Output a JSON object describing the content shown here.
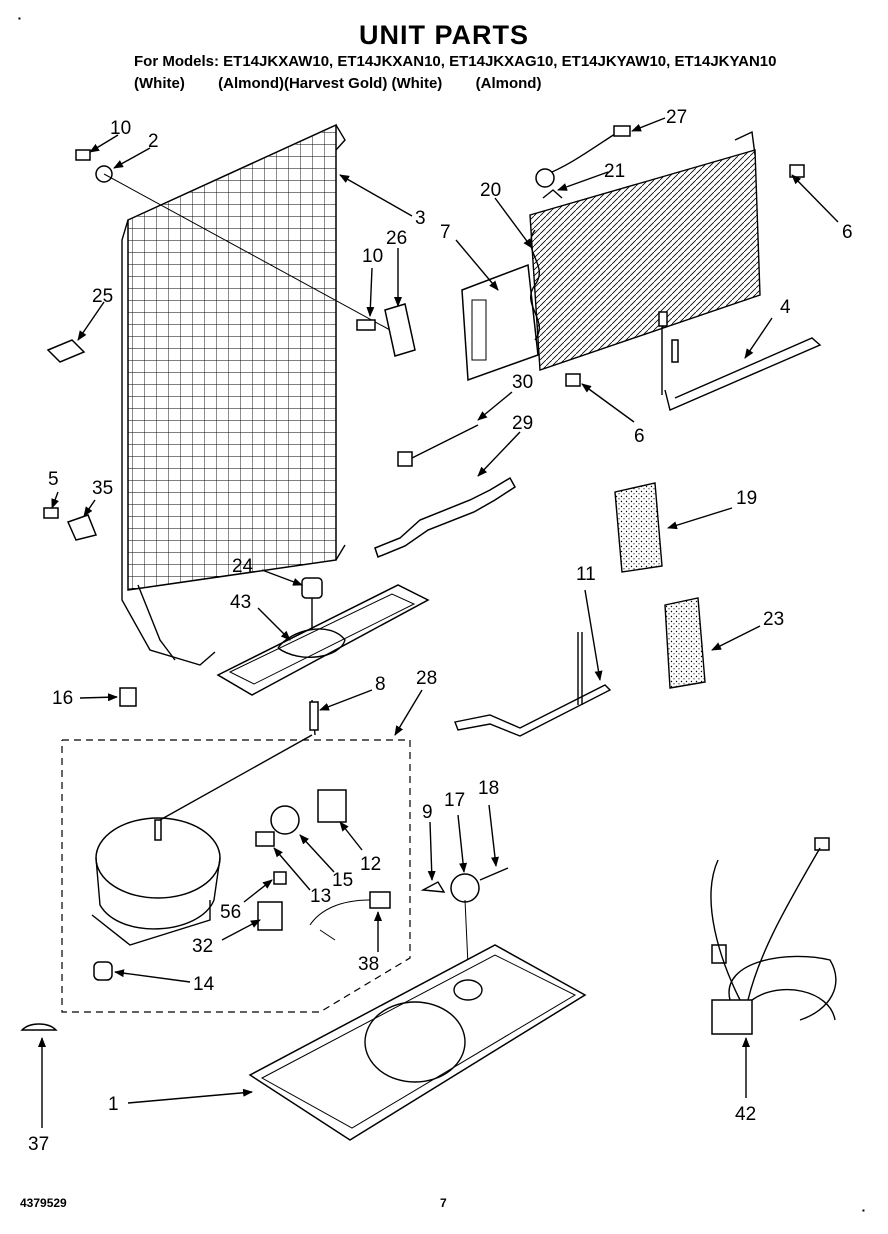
{
  "header": {
    "title": "UNIT PARTS",
    "models_line": "For Models: ET14JKXAW10, ET14JKXAN10, ET14JKXAG10, ET14JKYAW10, ET14JKYAN10",
    "colors_line": "(White)        (Almond)(Harvest Gold) (White)        (Almond)"
  },
  "footer": {
    "doc_number": "4379529",
    "page_number": "7"
  },
  "callouts": {
    "p1": "1",
    "p2": "2",
    "p3": "3",
    "p4": "4",
    "p5": "5",
    "p6a": "6",
    "p6b": "6",
    "p7": "7",
    "p8": "8",
    "p9": "9",
    "p10a": "10",
    "p10b": "10",
    "p11": "11",
    "p12": "12",
    "p13": "13",
    "p14": "14",
    "p15": "15",
    "p16": "16",
    "p17": "17",
    "p18": "18",
    "p19": "19",
    "p20": "20",
    "p21": "21",
    "p23": "23",
    "p24": "24",
    "p25": "25",
    "p26": "26",
    "p27": "27",
    "p28": "28",
    "p29": "29",
    "p30": "30",
    "p32": "32",
    "p35": "35",
    "p37": "37",
    "p38": "38",
    "p42": "42",
    "p43": "43",
    "p56": "56"
  }
}
